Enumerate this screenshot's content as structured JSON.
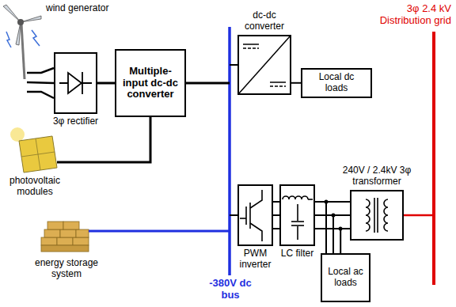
{
  "diagram": {
    "nodes": [
      {
        "text": [
          "3φ rectifier"
        ]
      },
      {
        "text": [
          "Multiple-input dc-dc converter"
        ]
      },
      {
        "text": [
          "dc-dc converter"
        ]
      },
      {
        "text": [
          "Local dc loads"
        ]
      },
      {
        "text": [
          "PWM inverter"
        ]
      },
      {
        "text": [
          "LC filter"
        ]
      },
      {
        "text": [
          "240V / 2.4kV 3φ transformer"
        ]
      },
      {
        "text": [
          "Local ac loads"
        ]
      }
    ],
    "edges": [
      {
        "from": 0,
        "to": 1,
        "arrow": "none"
      },
      {
        "from": 2,
        "to": 3,
        "arrow": "none"
      },
      {
        "from": 4,
        "to": 5,
        "arrow": "none"
      },
      {
        "from": 5,
        "to": 6,
        "arrow": "none"
      },
      {
        "from": 5,
        "to": 7,
        "arrow": "none"
      }
    ],
    "labels": [
      "wind generator",
      "photovoltaic modules",
      "energy storage system",
      "-380V dc bus",
      "3φ 2.4 kV Distribution grid"
    ]
  }
}
